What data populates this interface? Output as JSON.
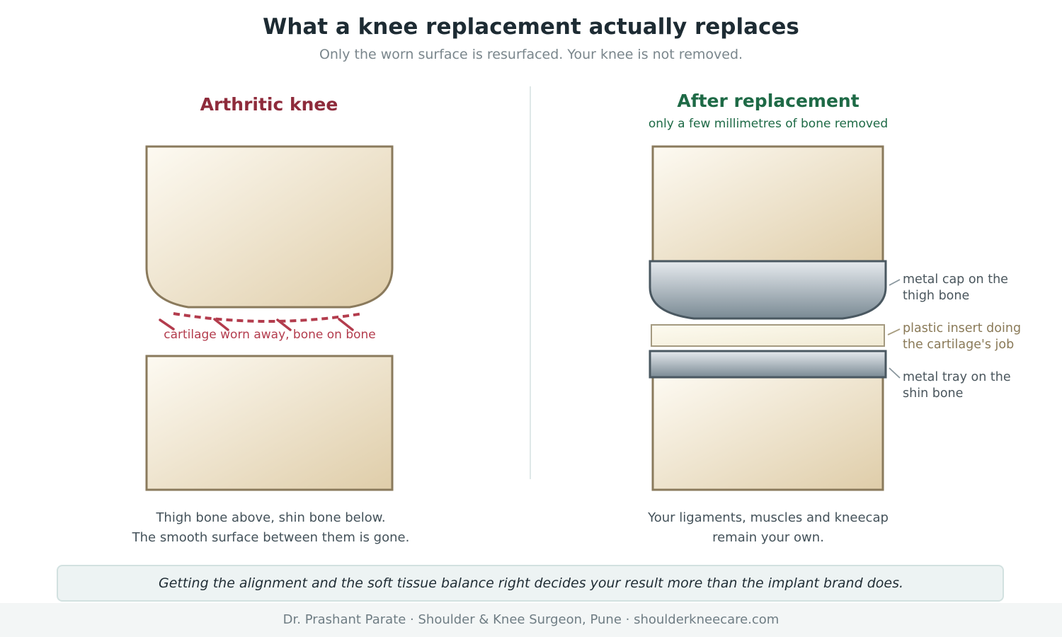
{
  "header": {
    "title": "What a knee replacement actually replaces",
    "subtitle": "Only the worn surface is resurfaced. Your knee is not removed."
  },
  "left_panel": {
    "heading": "Arthritic knee",
    "damage_label": "cartilage worn away, bone on bone",
    "caption_lines": [
      "Thigh bone above, shin bone below.",
      "The smooth surface between them is gone."
    ]
  },
  "right_panel": {
    "heading": "After replacement",
    "subheading": "only a few millimetres of bone removed",
    "callouts": {
      "metal_cap": [
        "metal cap on the",
        "thigh bone"
      ],
      "plastic_insert": [
        "plastic insert doing",
        "the cartilage's job"
      ],
      "metal_tray": [
        "metal tray on the",
        "shin bone"
      ]
    },
    "caption_lines": [
      "Your ligaments, muscles and kneecap",
      "remain your own."
    ]
  },
  "note": "Getting the alignment and the soft tissue balance right decides your result more than the implant brand does.",
  "footer": "Dr. Prashant Parate · Shoulder & Knee Surgeon, Pune · shoulderkneecare.com",
  "colors": {
    "bone_fill_light": "#fdfaf2",
    "bone_fill_dark": "#dfcda9",
    "bone_outline": "#8a7a5c",
    "metal_light": "#e6eaee",
    "metal_dark": "#7a8a94",
    "metal_outline": "#4a5861",
    "damage_red": "#b33c4d",
    "left_heading": "#8e2b3b",
    "right_heading": "#1e6a46"
  }
}
